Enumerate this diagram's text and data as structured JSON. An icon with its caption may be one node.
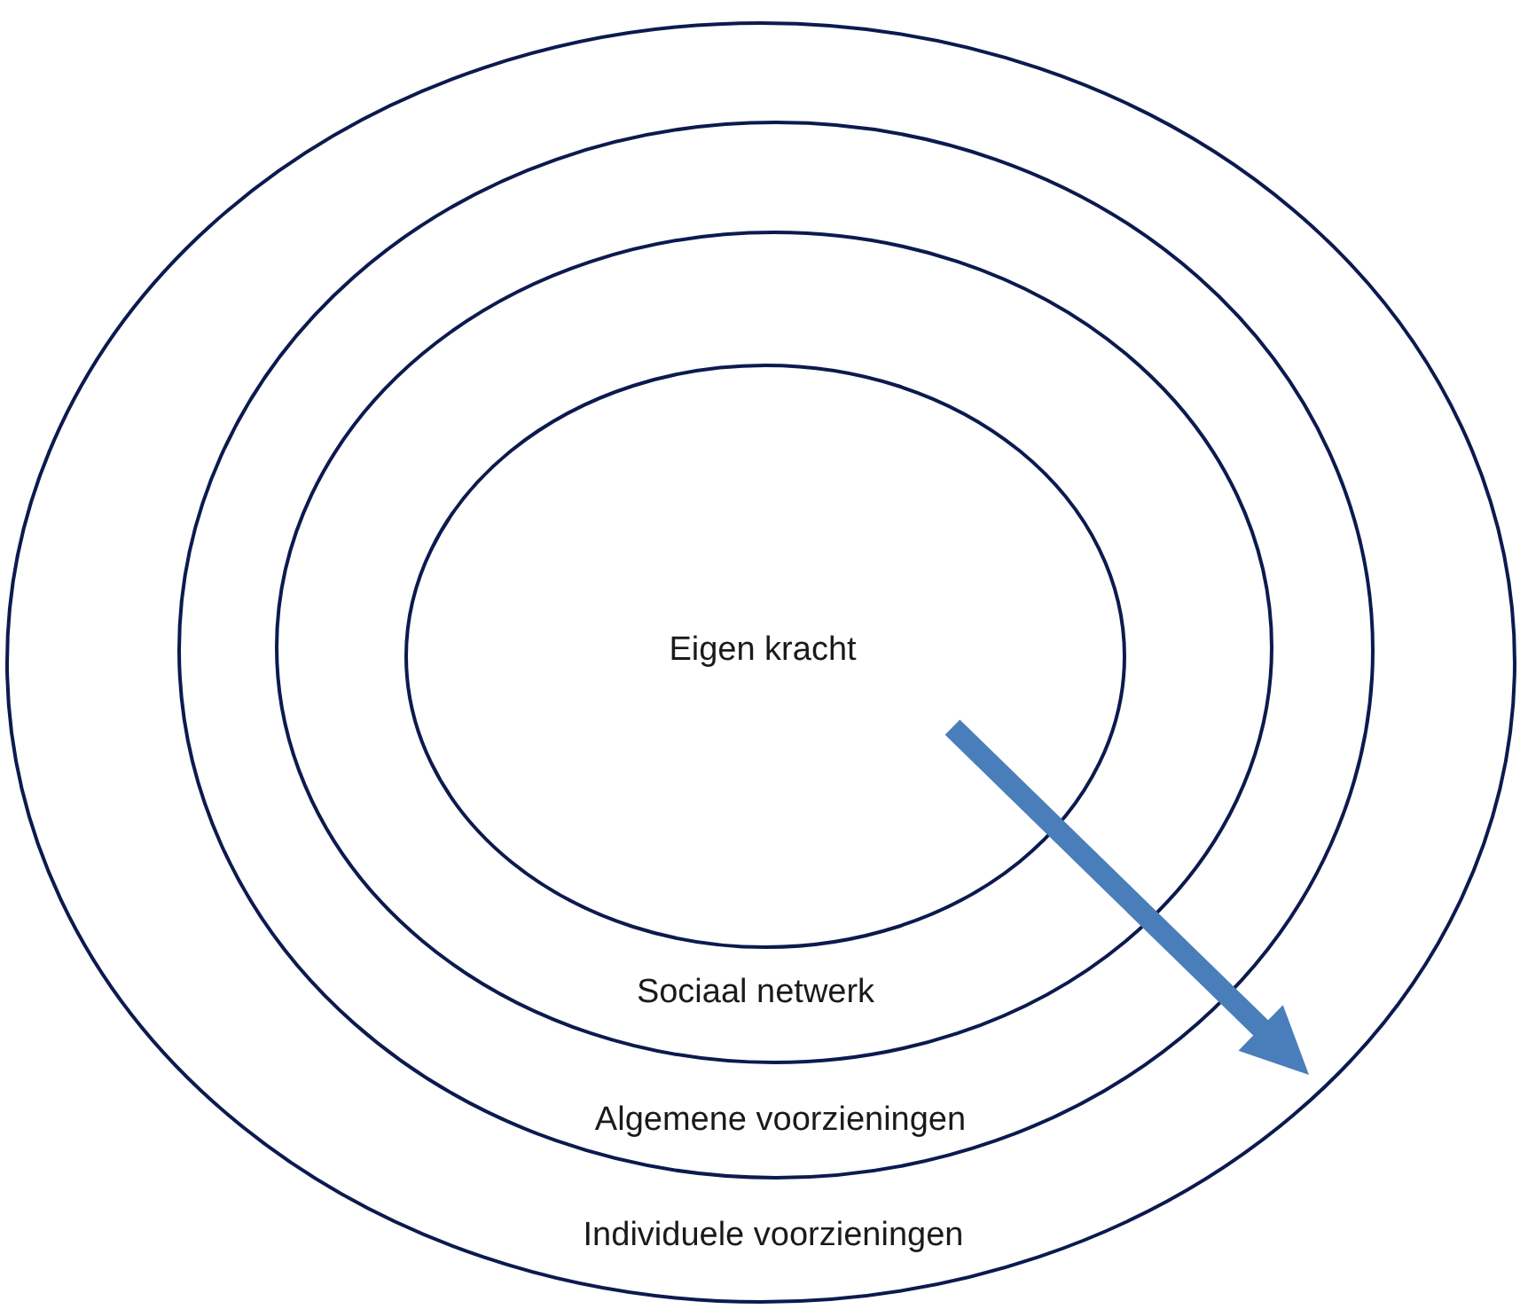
{
  "diagram": {
    "nodes": [
      {
        "text": [
          "Individuele voorzieningen"
        ]
      },
      {
        "text": [
          "Algemene voorzieningen"
        ],
        "in": 0
      },
      {
        "text": [
          "Sociaal netwerk"
        ],
        "in": 1
      },
      {
        "text": [
          "Eigen kracht"
        ],
        "in": 2
      }
    ]
  }
}
